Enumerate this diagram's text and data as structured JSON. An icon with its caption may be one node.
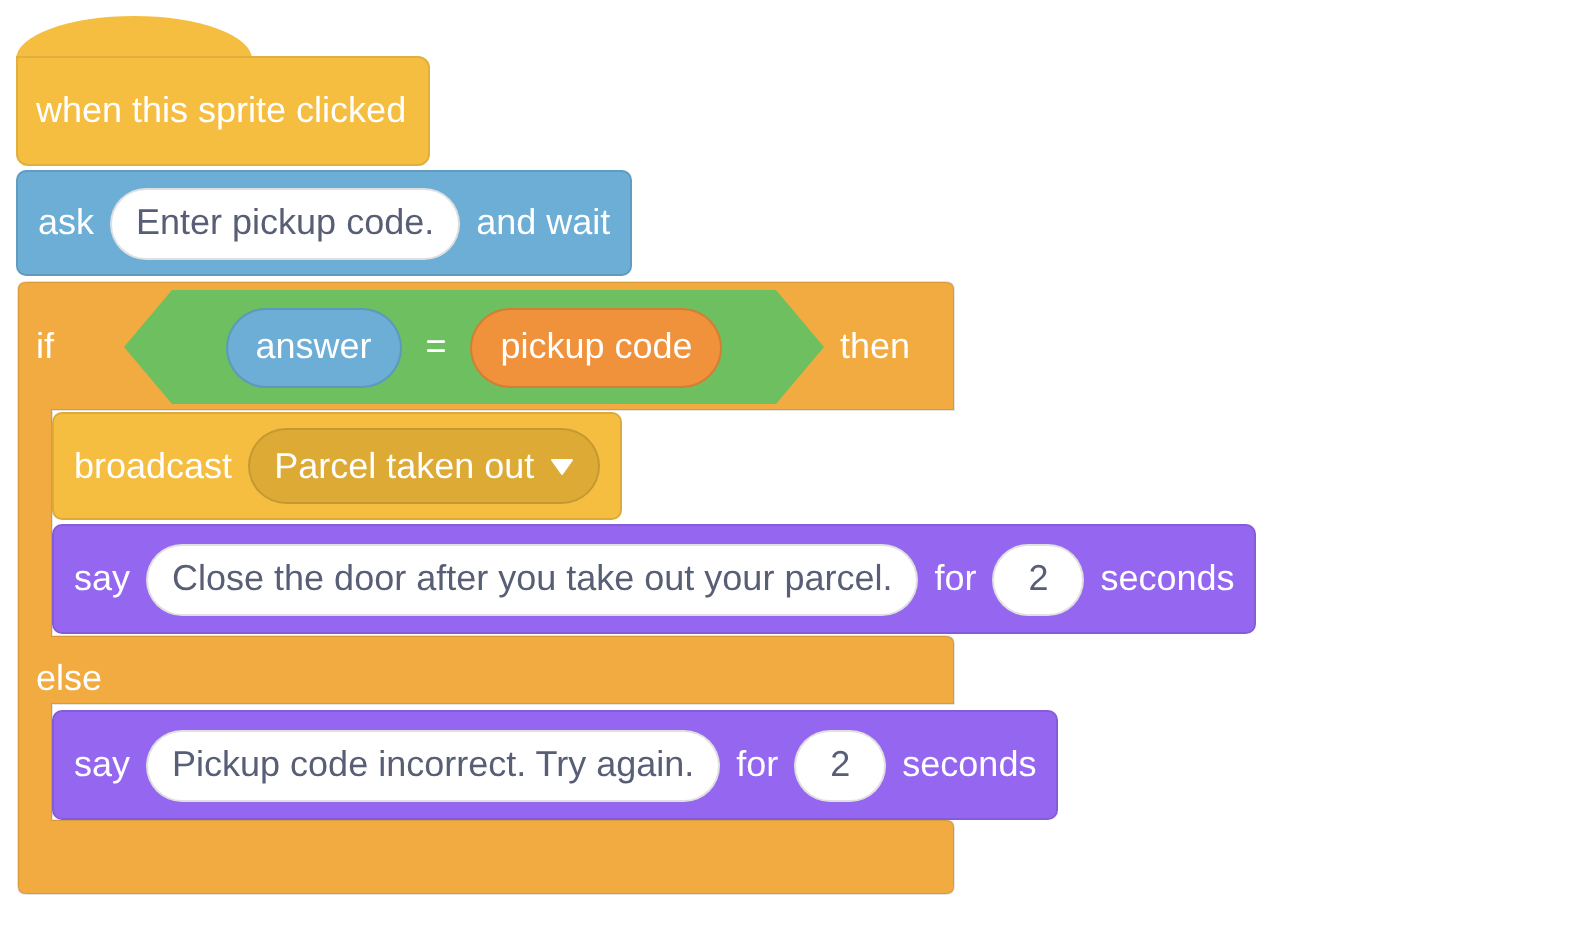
{
  "diagram": {
    "nodes": [
      {
        "text": [
          "when this sprite clicked"
        ]
      },
      {
        "text": [
          "ask",
          "and wait"
        ]
      },
      {
        "text": [
          "Enter pickup code."
        ],
        "in": 1
      },
      {
        "text": [
          "if",
          "then",
          "else"
        ]
      },
      {
        "text": [
          "="
        ],
        "in": 3
      },
      {
        "text": [
          "answer"
        ],
        "in": 4
      },
      {
        "text": [
          "pickup code"
        ],
        "in": 4
      },
      {
        "text": [
          "broadcast"
        ],
        "in": 3
      },
      {
        "text": [
          "Parcel taken out"
        ],
        "in": 7
      },
      {
        "text": [
          "say",
          "for",
          "seconds"
        ]
      },
      {
        "text": [
          "Close the door after you take out your parcel."
        ],
        "in": 9
      },
      {
        "text": [
          "2"
        ],
        "in": 9
      },
      {
        "text": [
          "say",
          "for",
          "seconds"
        ]
      },
      {
        "text": [
          "Pickup code incorrect. Try again."
        ],
        "in": 12
      },
      {
        "text": [
          "2"
        ],
        "in": 12
      }
    ]
  }
}
